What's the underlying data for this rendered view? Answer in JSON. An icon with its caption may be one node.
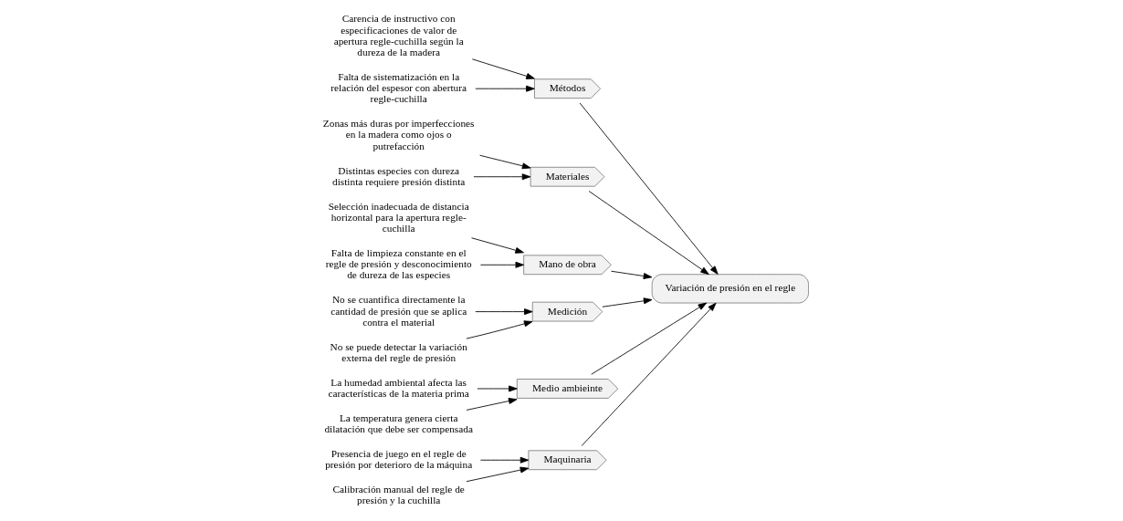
{
  "diagram": {
    "nodes": [
      {
        "text": [
          "Maquinaria"
        ]
      },
      {
        "text": [
          "Métodos"
        ]
      },
      {
        "text": [
          "Materiales"
        ]
      },
      {
        "text": [
          "Presencia de juego en el regle de presión por deterioro de la máquina"
        ]
      },
      {
        "text": [
          "Carencia de instructivo con especificaciones de valor de apertura regle-cuchilla según la dureza de la madera"
        ]
      },
      {
        "text": [
          "Zonas más duras por imperfecciones en la madera como ojos o putrefacción"
        ]
      },
      {
        "text": [
          "Calibración manual del regle de presión y la cuchilla"
        ]
      },
      {
        "text": [
          "Falta de sistematización en la relación del espesor con abertura regle-cuchilla"
        ]
      },
      {
        "text": [
          "Distintas especies con dureza distinta requiere presión distinta"
        ]
      },
      {
        "text": [
          "Variación de presión en el regle"
        ]
      },
      {
        "text": [
          "Selección inadecuada de distancia horizontal para la apertura regle-cuchilla"
        ]
      },
      {
        "text": [
          "No se cuantifica directamente la cantidad de presión que se aplica contra el material"
        ]
      },
      {
        "text": [
          "La humedad ambiental afecta las características de la materia prima"
        ]
      },
      {
        "text": [
          "Falta de limpieza constante en el regle de presión y desconocimiento de dureza de las especies"
        ]
      },
      {
        "text": [
          "No se puede detectar la variación externa del regle de presión"
        ]
      },
      {
        "text": [
          "La temperatura genera cierta dilatación que debe ser compensada"
        ]
      },
      {
        "text": [
          "Mano de obra"
        ]
      },
      {
        "text": [
          "Medición"
        ]
      },
      {
        "text": [
          "Medio ambieinte"
        ]
      }
    ],
    "edges": [
      {
        "from": 3,
        "to": 0,
        "arrow": "to"
      },
      {
        "from": 6,
        "to": 0,
        "arrow": "to"
      },
      {
        "from": 4,
        "to": 1,
        "arrow": "to"
      },
      {
        "from": 7,
        "to": 1,
        "arrow": "to"
      },
      {
        "from": 5,
        "to": 2,
        "arrow": "to"
      },
      {
        "from": 8,
        "to": 2,
        "arrow": "to"
      },
      {
        "from": 10,
        "to": 16,
        "arrow": "to"
      },
      {
        "from": 13,
        "to": 16,
        "arrow": "to"
      },
      {
        "from": 11,
        "to": 17,
        "arrow": "to"
      },
      {
        "from": 14,
        "to": 17,
        "arrow": "to"
      },
      {
        "from": 12,
        "to": 18,
        "arrow": "to"
      },
      {
        "from": 15,
        "to": 18,
        "arrow": "to"
      },
      {
        "from": 0,
        "to": 9,
        "arrow": "to"
      },
      {
        "from": 1,
        "to": 9,
        "arrow": "to"
      },
      {
        "from": 2,
        "to": 9,
        "arrow": "to"
      },
      {
        "from": 16,
        "to": 9,
        "arrow": "to"
      },
      {
        "from": 17,
        "to": 9,
        "arrow": "to"
      },
      {
        "from": 18,
        "to": 9,
        "arrow": "to"
      }
    ]
  }
}
